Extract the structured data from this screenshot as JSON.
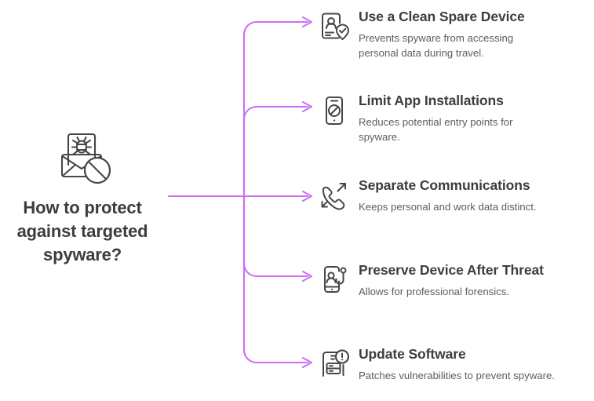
{
  "root": {
    "icon": "spyware-email-blocked-icon",
    "title": "How to protect against targeted spyware?"
  },
  "theme": {
    "connector_color": "#cc6ef5",
    "heading_color": "#3d3d3d",
    "description_color": "#5d5d5d",
    "icon_color": "#474747",
    "background": "#ffffff"
  },
  "branches": [
    {
      "icon": "id-card-person-verified-icon",
      "heading": "Use a Clean Spare Device",
      "description": "Prevents spyware from accessing personal data during travel."
    },
    {
      "icon": "smartphone-blocked-icon",
      "heading": "Limit App Installations",
      "description": "Reduces potential entry points for spyware."
    },
    {
      "icon": "phone-handset-arrows-icon",
      "heading": "Separate Communications",
      "description": "Keeps personal and work data distinct."
    },
    {
      "icon": "smartphone-person-hook-icon",
      "heading": "Preserve Device After Threat",
      "description": "Allows for professional forensics."
    },
    {
      "icon": "document-alert-icon",
      "heading": "Update Software",
      "description": "Patches vulnerabilities to prevent spyware."
    }
  ]
}
